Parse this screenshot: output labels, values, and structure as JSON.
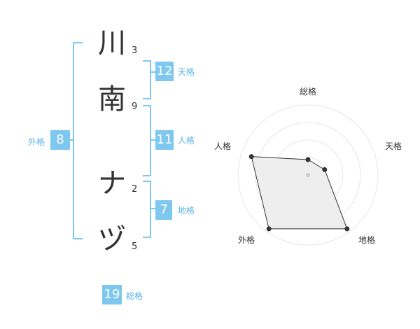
{
  "characters": [
    {
      "char": "川",
      "strokes": "3"
    },
    {
      "char": "南",
      "strokes": "9"
    },
    {
      "char": "ナ",
      "strokes": "2"
    },
    {
      "char": "ヅ",
      "strokes": "5"
    }
  ],
  "fortunes": {
    "tenkaku": {
      "label": "天格",
      "value": "12"
    },
    "jinkaku": {
      "label": "人格",
      "value": "11"
    },
    "chikaku": {
      "label": "地格",
      "value": "7"
    },
    "gaikaku": {
      "label": "外格",
      "value": "8"
    },
    "soukaku": {
      "label": "総格",
      "value": "19"
    }
  },
  "colors": {
    "accent": "#7ec8f0",
    "accent_text": "#5bb5e8",
    "radar_fill": "#eeeeee",
    "radar_line": "#333333"
  },
  "chart_data": {
    "type": "radar",
    "axes": [
      "総格",
      "天格",
      "地格",
      "外格",
      "人格"
    ],
    "values": [
      0.22,
      0.25,
      0.95,
      0.95,
      0.85
    ],
    "range": [
      0,
      1
    ],
    "rings": 4
  }
}
